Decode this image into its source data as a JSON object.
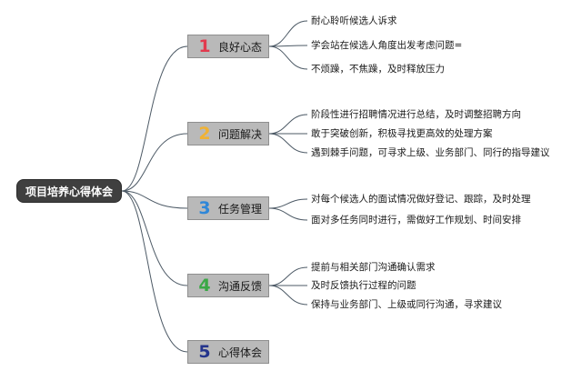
{
  "root": "项目培养心得体会",
  "branches": [
    {
      "num": "1",
      "label": "良好心态",
      "color": "#e23a4e",
      "leaves": [
        "耐心聆听候选人诉求",
        "学会站在候选人角度出发考虑问题=",
        "不烦躁，不焦躁，及时释放压力"
      ]
    },
    {
      "num": "2",
      "label": "问题解决",
      "color": "#f0b234",
      "leaves": [
        "阶段性进行招聘情况进行总结，及时调整招聘方向",
        "敢于突破创新，积极寻找更高效的处理方案",
        "遇到棘手问题，可寻求上级、业务部门、同行的指导建议"
      ]
    },
    {
      "num": "3",
      "label": "任务管理",
      "color": "#2f87d8",
      "leaves": [
        "对每个候选人的面试情况做好登记、跟踪，及时处理",
        "面对多任务同时进行，需做好工作规划、时间安排"
      ]
    },
    {
      "num": "4",
      "label": "沟通反馈",
      "color": "#3aa846",
      "leaves": [
        "提前与相关部门沟通确认需求",
        "及时反馈执行过程的问题",
        "保持与业务部门、上级或同行沟通，寻求建议"
      ]
    },
    {
      "num": "5",
      "label": "心得体会",
      "color": "#24348c",
      "leaves": []
    }
  ],
  "line_color": "#4d5a66"
}
